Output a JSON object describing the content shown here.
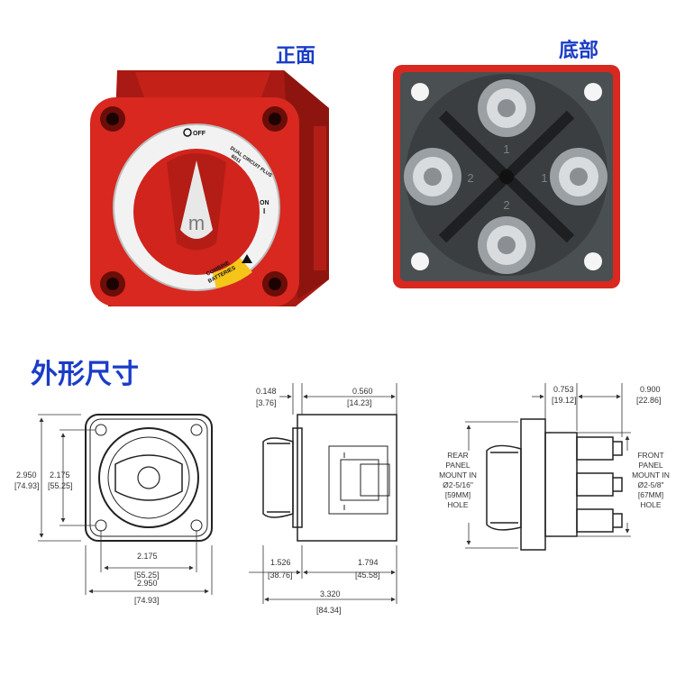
{
  "titles": {
    "front": "正面",
    "bottom": "底部",
    "dimensions": "外形尺寸"
  },
  "front_dial": {
    "off": "OFF",
    "on": "ON",
    "on_mark": "I",
    "model": "DUAL CIRCUIT PLUS",
    "model_no": "6011",
    "combine_1": "COMBINE",
    "combine_2": "BATTERIES",
    "knob_letter": "m"
  },
  "bottom_studs": {
    "num_top": "1",
    "num_left": "2",
    "num_right": "1",
    "num_bottom": "2"
  },
  "dims_front": {
    "height_in": "2.950",
    "height_mm": "[74.93]",
    "inner_h_in": "2.175",
    "inner_h_mm": "[55.25]",
    "inner_w_in": "2.175",
    "inner_w_mm": "[55.25]",
    "width_in": "2.950",
    "width_mm": "[74.93]"
  },
  "dims_side": {
    "top_a_in": "0.148",
    "top_a_mm": "[3.76]",
    "top_b_in": "0.560",
    "top_b_mm": "[14.23]",
    "bot_a_in": "1.526",
    "bot_a_mm": "[38.76]",
    "bot_b_in": "1.794",
    "bot_b_mm": "[45.58]",
    "total_in": "3.320",
    "total_mm": "[84.34]"
  },
  "dims_rear": {
    "top_a_in": "0.753",
    "top_a_mm": "[19.12]",
    "top_b_in": "0.900",
    "top_b_mm": "[22.86]",
    "rear_1": "REAR",
    "rear_2": "PANEL",
    "rear_3": "MOUNT IN",
    "rear_4": "Ø2-5/16\"",
    "rear_5": "[59MM]",
    "rear_6": "HOLE",
    "front_1": "FRONT",
    "front_2": "PANEL",
    "front_3": "MOUNT IN",
    "front_4": "Ø2-5/8\"",
    "front_5": "[67MM]",
    "front_6": "HOLE"
  },
  "colors": {
    "red": "#d8281f",
    "red_dark": "#a81a13",
    "title_blue": "#1a3cc8",
    "line": "#333333"
  }
}
